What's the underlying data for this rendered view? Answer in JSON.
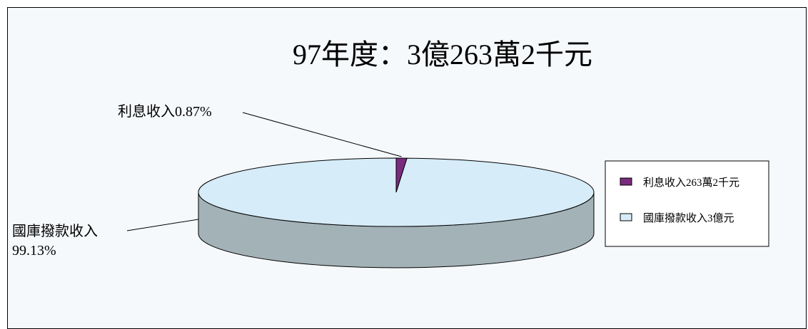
{
  "chart_data": {
    "type": "pie",
    "title": "97年度：3億263萬2千元",
    "slices": [
      {
        "label": "利息收入",
        "percent_label": "0.87%",
        "value": 0.87,
        "legend": "利息收入263萬2千元",
        "color": "#7b2b7f"
      },
      {
        "label": "國庫撥款收入",
        "percent_label": "99.13%",
        "value": 99.13,
        "legend": "國庫撥款收入3億元",
        "color": "#d6ecf8"
      }
    ],
    "legend_position": "right"
  }
}
